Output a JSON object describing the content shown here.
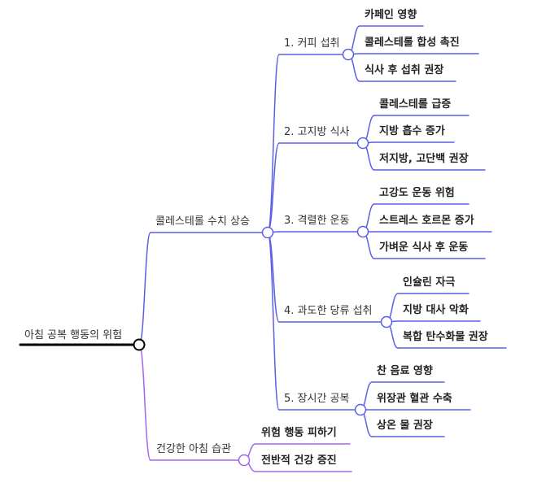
{
  "colors": {
    "root_line": "#000000",
    "branch_a": "#5b5ee6",
    "branch_b": "#a463f2",
    "text": "#333333"
  },
  "mindmap": {
    "root": "아침 공복 행동의 위험",
    "branches": [
      {
        "label": "콜레스테롤 수치 상승",
        "children": [
          {
            "label": "1. 커피 섭취",
            "leaves": [
              "카페인 영향",
              "콜레스테롤 합성 촉진",
              "식사 후 섭취 권장"
            ]
          },
          {
            "label": "2. 고지방 식사",
            "leaves": [
              "콜레스테롤 급증",
              "지방 흡수 증가",
              "저지방, 고단백 권장"
            ]
          },
          {
            "label": "3. 격렬한 운동",
            "leaves": [
              "고강도 운동 위험",
              "스트레스 호르몬 증가",
              "가벼운 식사 후 운동"
            ]
          },
          {
            "label": "4. 과도한 당류 섭취",
            "leaves": [
              "인슐린 자극",
              "지방 대사 악화",
              "복합 탄수화물 권장"
            ]
          },
          {
            "label": "5. 장시간 공복",
            "leaves": [
              "찬 음료 영향",
              "위장관 혈관 수축",
              "상온 물 권장"
            ]
          }
        ]
      },
      {
        "label": "건강한 아침 습관",
        "leaves": [
          "위험 행동 피하기",
          "전반적 건강 증진"
        ]
      }
    ]
  }
}
